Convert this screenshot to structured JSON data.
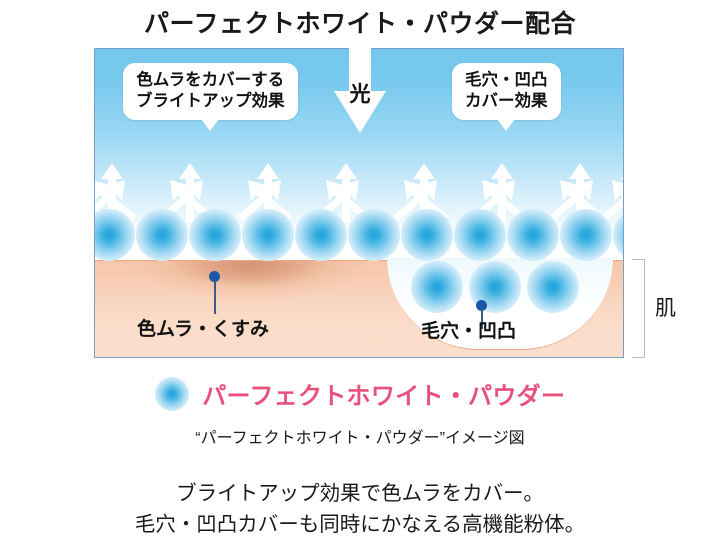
{
  "title": "パーフェクトホワイト・パウダー配合",
  "diagram": {
    "light_label": "光",
    "bubble_left": {
      "line1": "色ムラをカバーする",
      "line2": "ブライトアップ効果"
    },
    "bubble_right": {
      "line1": "毛穴・凹凸",
      "line2": "カバー効果"
    },
    "skin_label_left": "色ムラ・くすみ",
    "skin_label_right": "毛穴・凹凸",
    "bracket_label": "肌",
    "colors": {
      "sky_top": "#74c7ec",
      "skin": "#f8cdb3",
      "particle_core": "#1fa3dd",
      "marker_dot": "#1d56a4",
      "panel_border": "#7a9ec4",
      "blotch": "#ba6844"
    },
    "particles_row1_count": 11,
    "particles_row2_count": 3,
    "arrow_clusters": 8
  },
  "legend": {
    "label": "パーフェクトホワイト・パウダー",
    "color": "#e8517c"
  },
  "caption": "“パーフェクトホワイト・パウダー”イメージ図",
  "footer": {
    "line1": "ブライトアップ効果で色ムラをカバー。",
    "line2": "毛穴・凹凸カバーも同時にかなえる高機能粉体。"
  }
}
